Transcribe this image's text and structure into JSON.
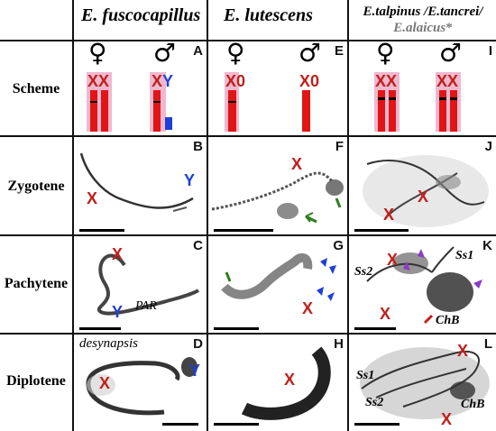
{
  "columns": {
    "col1": "E. fuscocapillus",
    "col2": "E. lutescens",
    "col3_line1": "E.talpinus /E.tancrei/",
    "col3_line2": "E.alaicus",
    "col3_star": "*"
  },
  "rows": {
    "scheme": "Scheme",
    "zygotene": "Zygotene",
    "pachytene": "Pachytene",
    "diplotene": "Diplotene"
  },
  "panel_letters": [
    "A",
    "B",
    "C",
    "D",
    "E",
    "F",
    "G",
    "H",
    "I",
    "J",
    "K",
    "L"
  ],
  "scheme": {
    "female_symbol": "♀",
    "male_symbol": "♂",
    "a_female": "XX",
    "a_male_x": "X",
    "a_male_y": "Y",
    "e_female": "X0",
    "e_male": "X0",
    "i_female": "XX",
    "i_male": "XX"
  },
  "labels": {
    "x": "X",
    "y": "Y",
    "par": "PAR",
    "desynapsis": "desynapsis",
    "ss1": "Ss1",
    "ss2": "Ss2",
    "chb": "ChB"
  },
  "colors": {
    "red": "#c0201b",
    "blue": "#1f3fd6",
    "pink": "#f0b8cf",
    "green": "#2e7d1f",
    "purple": "#8a3cc8",
    "chromosome": "#e11515"
  }
}
